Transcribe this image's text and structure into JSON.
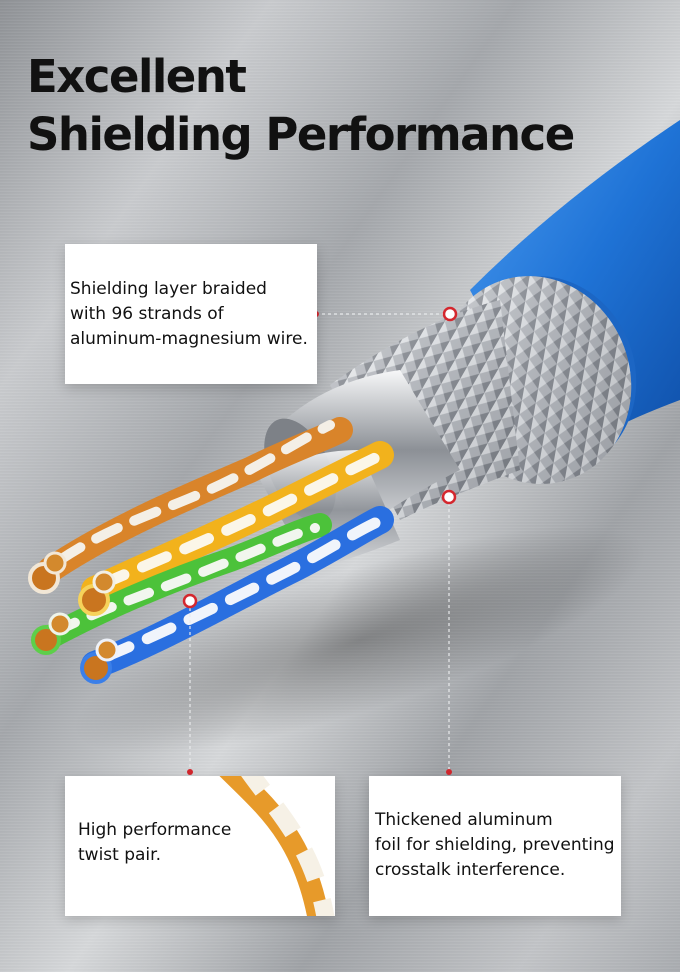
{
  "headline": {
    "line1": "Excellent",
    "line2": "Shielding Performance"
  },
  "callouts": {
    "braid": {
      "lines": [
        "Shielding layer braided",
        "with 96 strands of",
        "aluminum-magnesium wire."
      ]
    },
    "twist": {
      "lines": [
        "High performance",
        "twist pair."
      ]
    },
    "foil": {
      "lines": [
        "Thickened aluminum",
        "foil for shielding, preventing",
        "crosstalk interference."
      ]
    }
  },
  "colors": {
    "jacket": "#1f73d6",
    "orange": "#d9842a",
    "yellow": "#f2b21c",
    "green": "#4cc23a",
    "blue": "#2a6fe0",
    "marker": "#d4272e"
  }
}
